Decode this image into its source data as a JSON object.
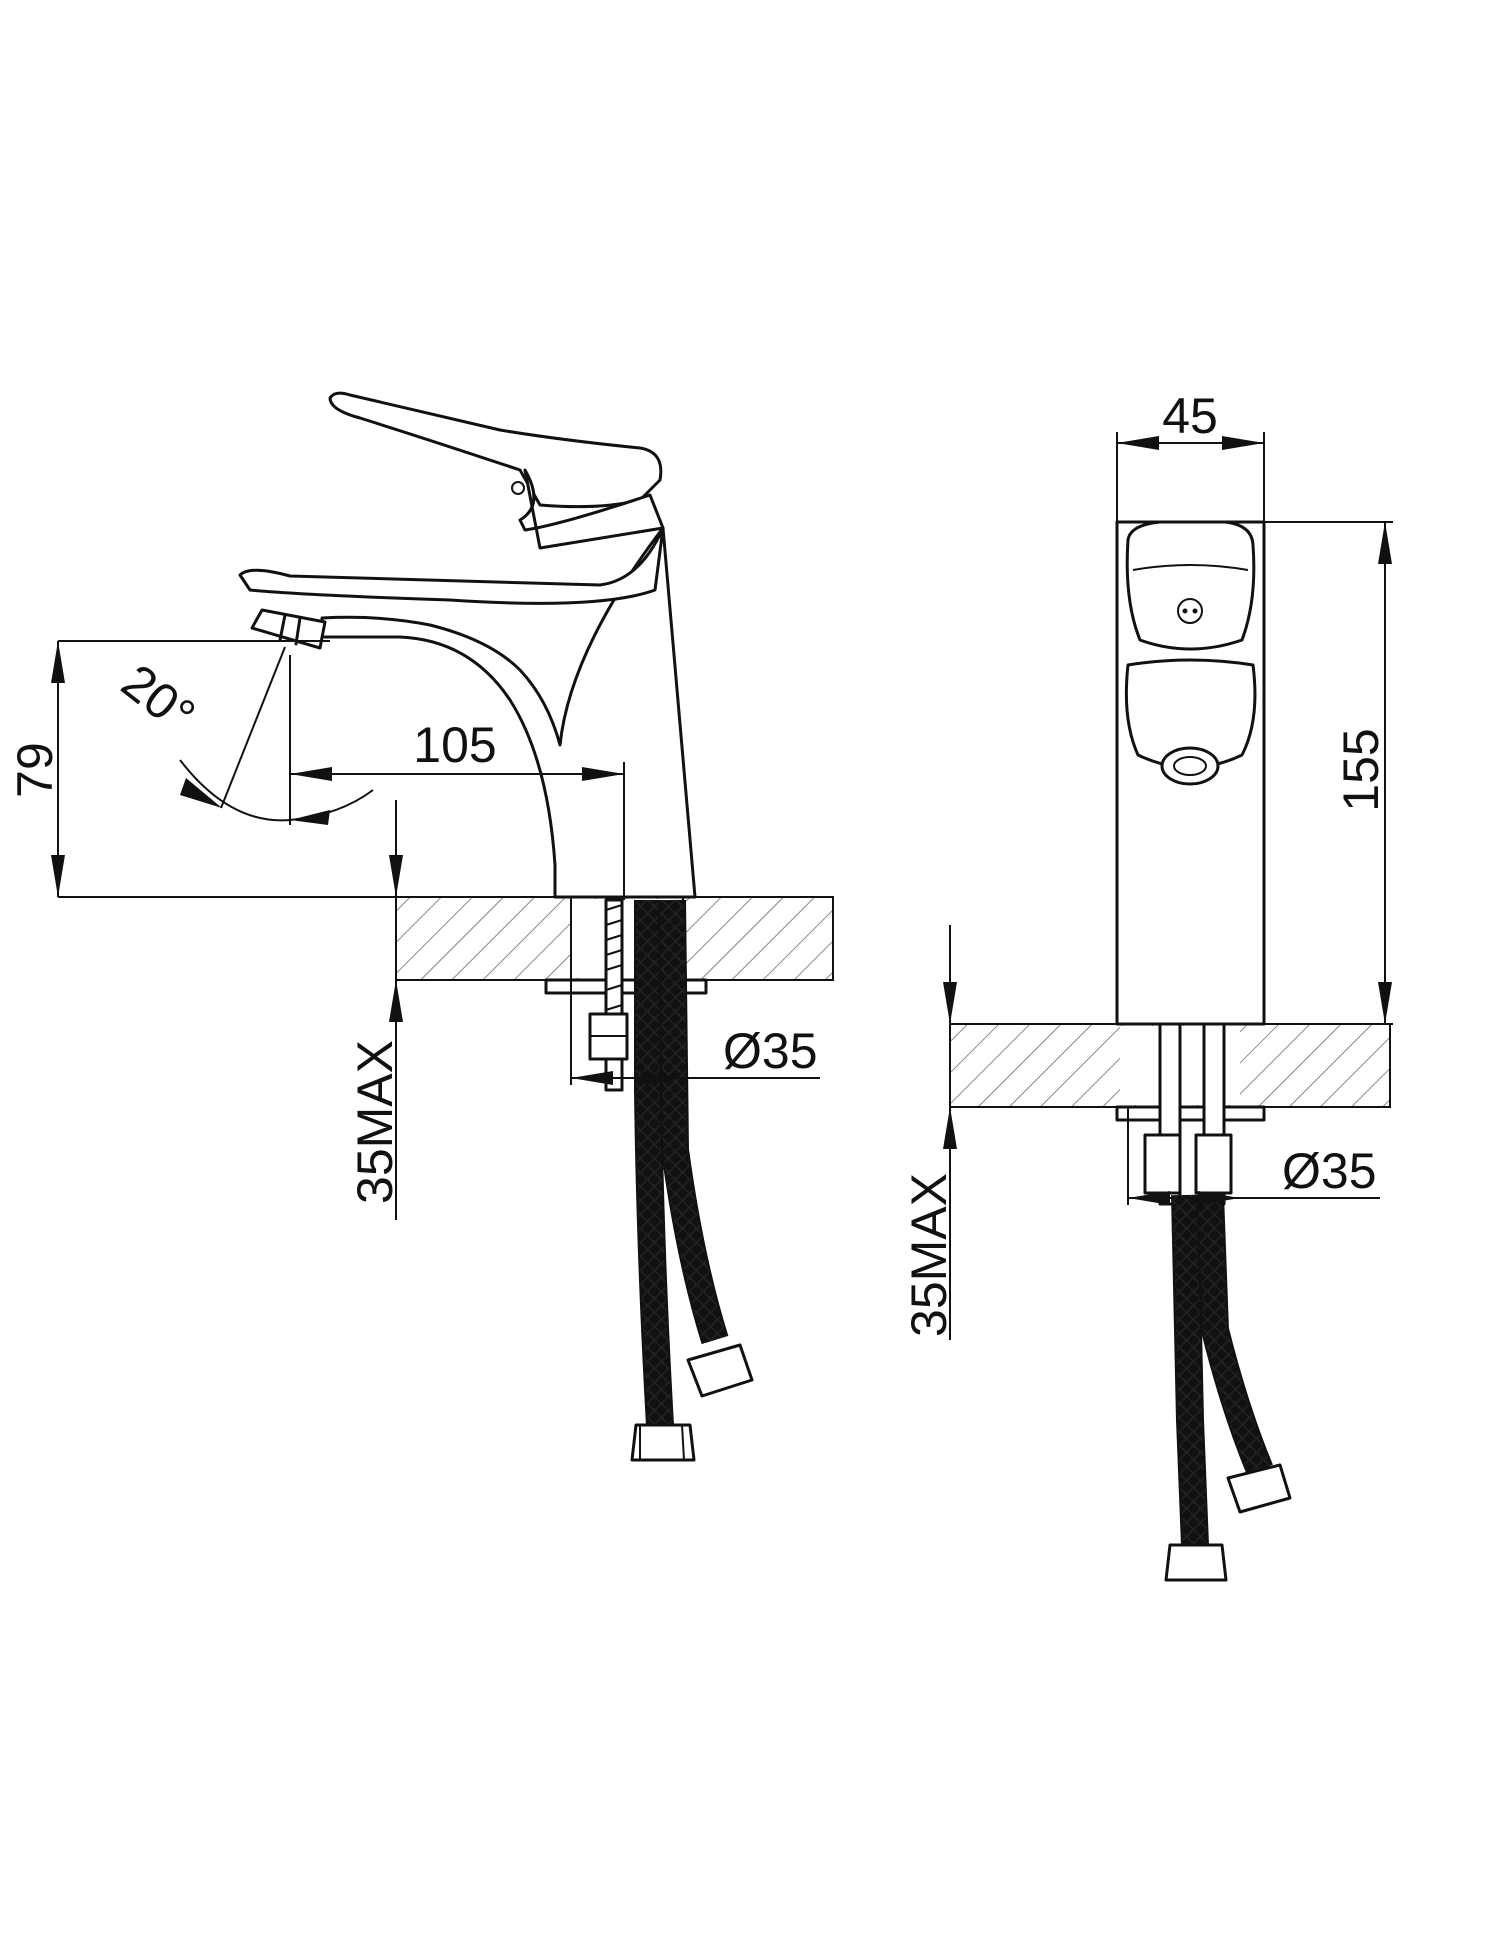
{
  "side_view": {
    "dim_height": "79",
    "dim_angle": "20°",
    "dim_reach": "105",
    "dim_hole": "Ø35",
    "dim_deck": "35MAX"
  },
  "front_view": {
    "dim_width": "45",
    "dim_height": "155",
    "dim_hole": "Ø35",
    "dim_deck": "35MAX"
  },
  "colors": {
    "line": "#111111",
    "background": "#ffffff"
  }
}
